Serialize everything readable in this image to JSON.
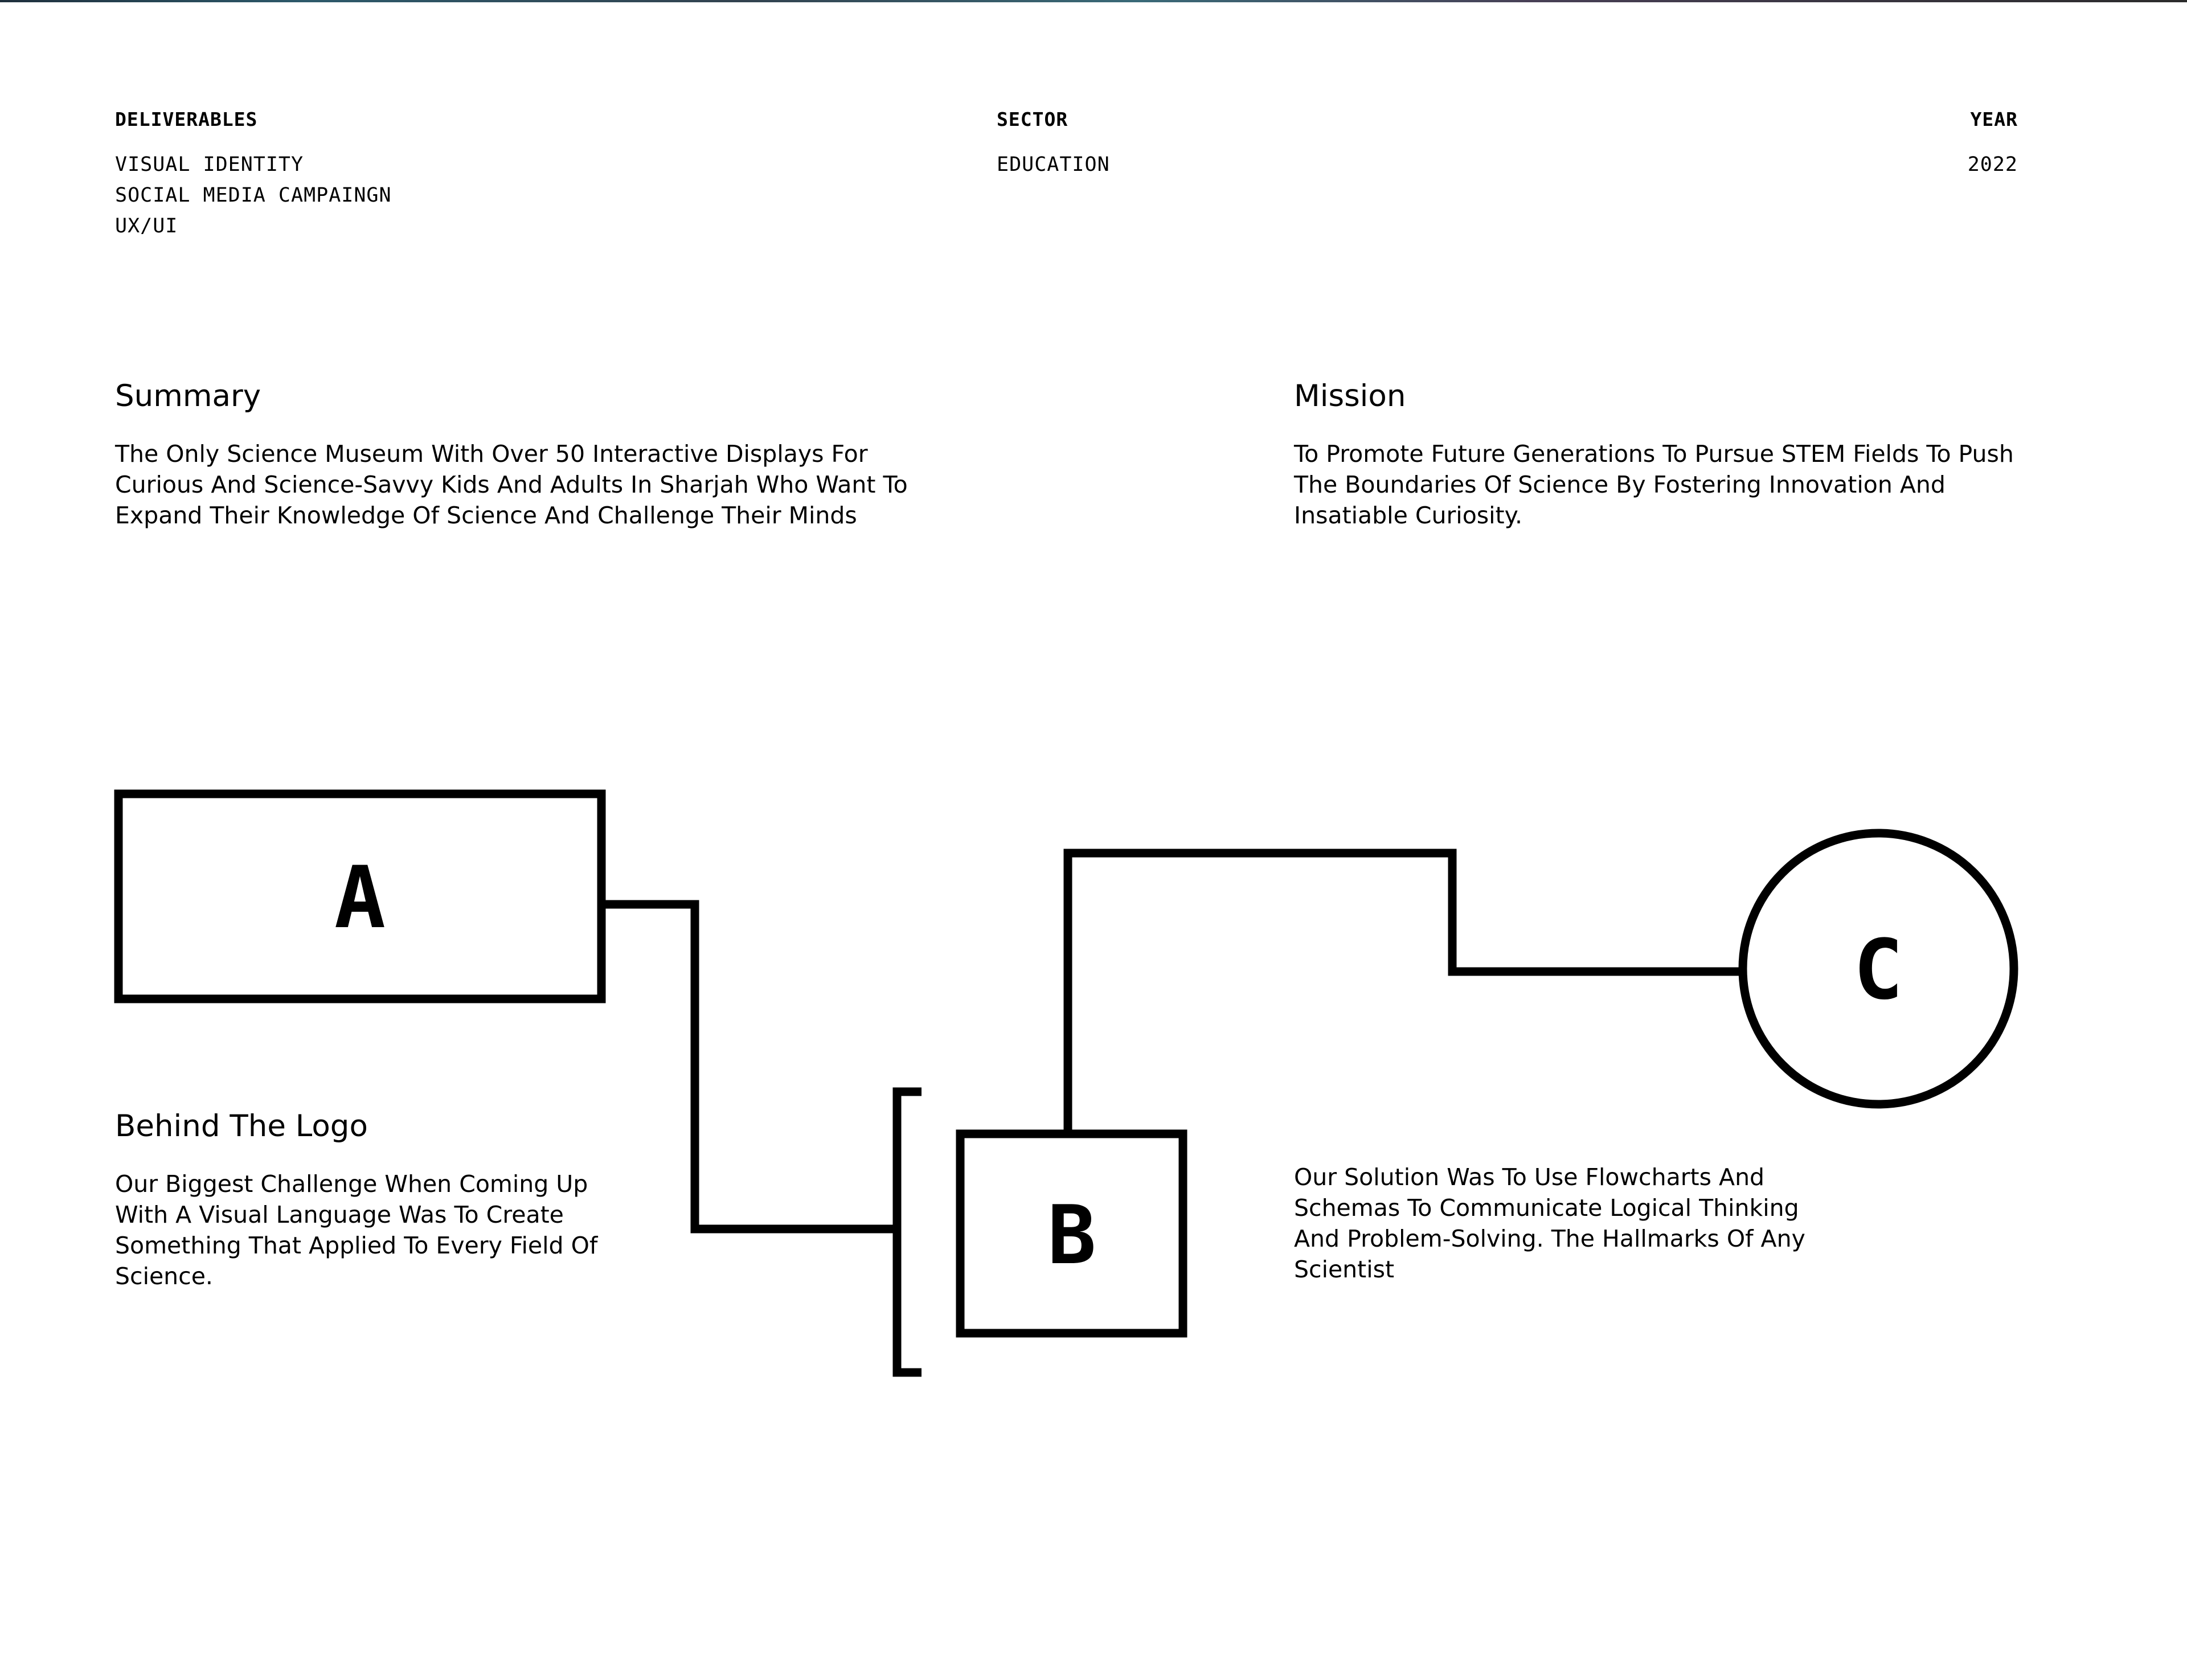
{
  "meta": {
    "deliverables": {
      "label": "DELIVERABLES",
      "items": [
        "VISUAL IDENTITY",
        "SOCIAL MEDIA CAMPAINGN",
        "UX/UI"
      ]
    },
    "sector": {
      "label": "SECTOR",
      "value": "EDUCATION"
    },
    "year": {
      "label": "YEAR",
      "value": "2022"
    }
  },
  "summary": {
    "heading": "Summary",
    "text": "The Only Science Museum With Over 50 Interactive Displays For\nCurious And  Science-Savvy Kids And Adults In Sharjah Who Want To\nExpand Their Knowledge Of Science And Challenge Their Minds"
  },
  "mission": {
    "heading": "Mission",
    "text": "To Promote Future Generations To Pursue STEM Fields To Push\nThe Boundaries Of Science By Fostering Innovation And\nInsatiable Curiosity."
  },
  "behind_logo": {
    "heading": "Behind The Logo",
    "text": "Our Biggest Challenge When Coming Up\nWith A Visual Language Was To Create\nSomething That Applied To Every Field Of\nScience."
  },
  "solution": {
    "text": "Our Solution Was To Use Flowcharts And\nSchemas To Communicate Logical Thinking\nAnd Problem-Solving. The Hallmarks Of Any\nScientist"
  },
  "diagram": {
    "node_a": "A",
    "node_b": "B",
    "node_c": "C",
    "stroke_color": "#000000"
  }
}
